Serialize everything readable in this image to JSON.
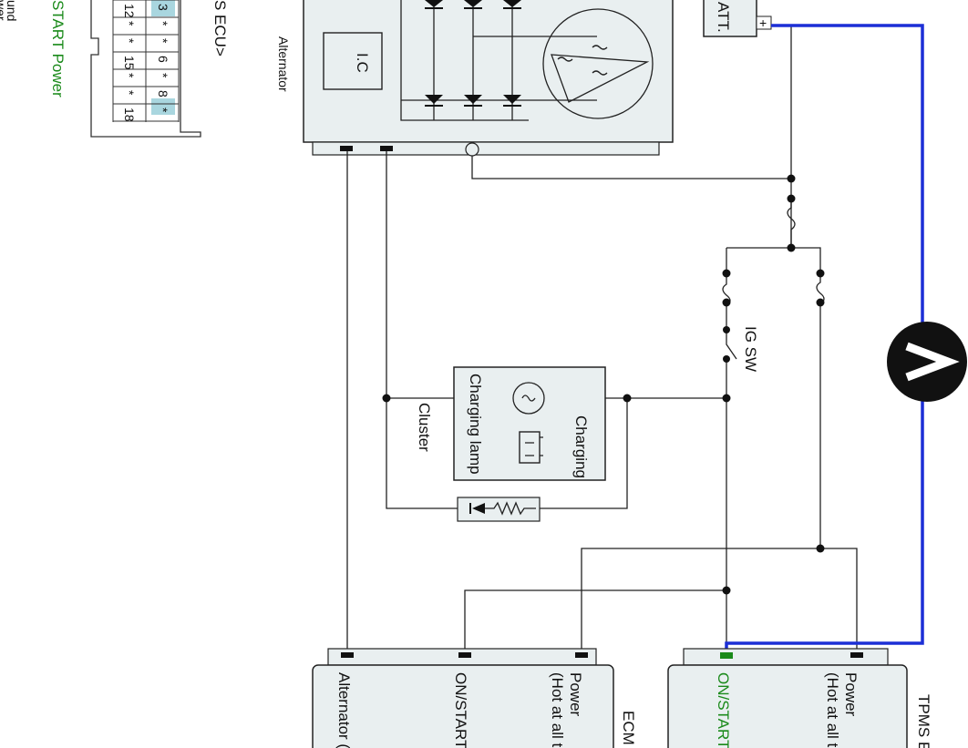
{
  "legend": {
    "lines": [
      "und",
      "wer"
    ],
    "start_power": "START Power",
    "ecu_title": "S ECU>",
    "pins": [
      [
        "3",
        "*",
        "*",
        "6",
        "*",
        "8",
        "*"
      ],
      [
        "12",
        "*",
        "*",
        "15",
        "*",
        "*",
        "18"
      ]
    ]
  },
  "components": {
    "alternator": "Alternator",
    "ic": "I.C",
    "batt": "ATT.",
    "batt_plus": "+",
    "ig_sw": "IG SW",
    "charging": "Charging",
    "charging_lamp": "Charging lamp",
    "cluster": "Cluster",
    "voltmeter": "V"
  },
  "ecm": {
    "title": "ECM",
    "pin_alternator": "Alternator (F",
    "pin_onstart": "ON/START",
    "pin_power": "Power",
    "pin_power_note": "(Hot at all tir"
  },
  "tpms": {
    "title": "TPMS E",
    "pin_onstart": "ON/START",
    "pin_power": "Power",
    "pin_power_note": "(Hot at all tir"
  },
  "colors": {
    "probe_wire": "#1c2fd6",
    "active_pin": "#1a8a1a",
    "pin_highlight": "#a9d6df"
  }
}
